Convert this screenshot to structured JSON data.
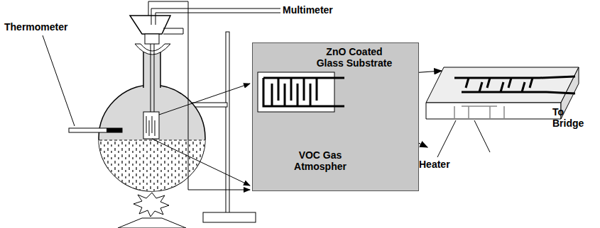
{
  "diagram": {
    "nodes": [
      {
        "text": [
          "ZnO Coated Glass Substrate",
          "VOC Gas Atmospher"
        ]
      }
    ],
    "labels": [
      "Multimeter",
      "Thermometer",
      "To Bridge",
      "Heater"
    ]
  }
}
